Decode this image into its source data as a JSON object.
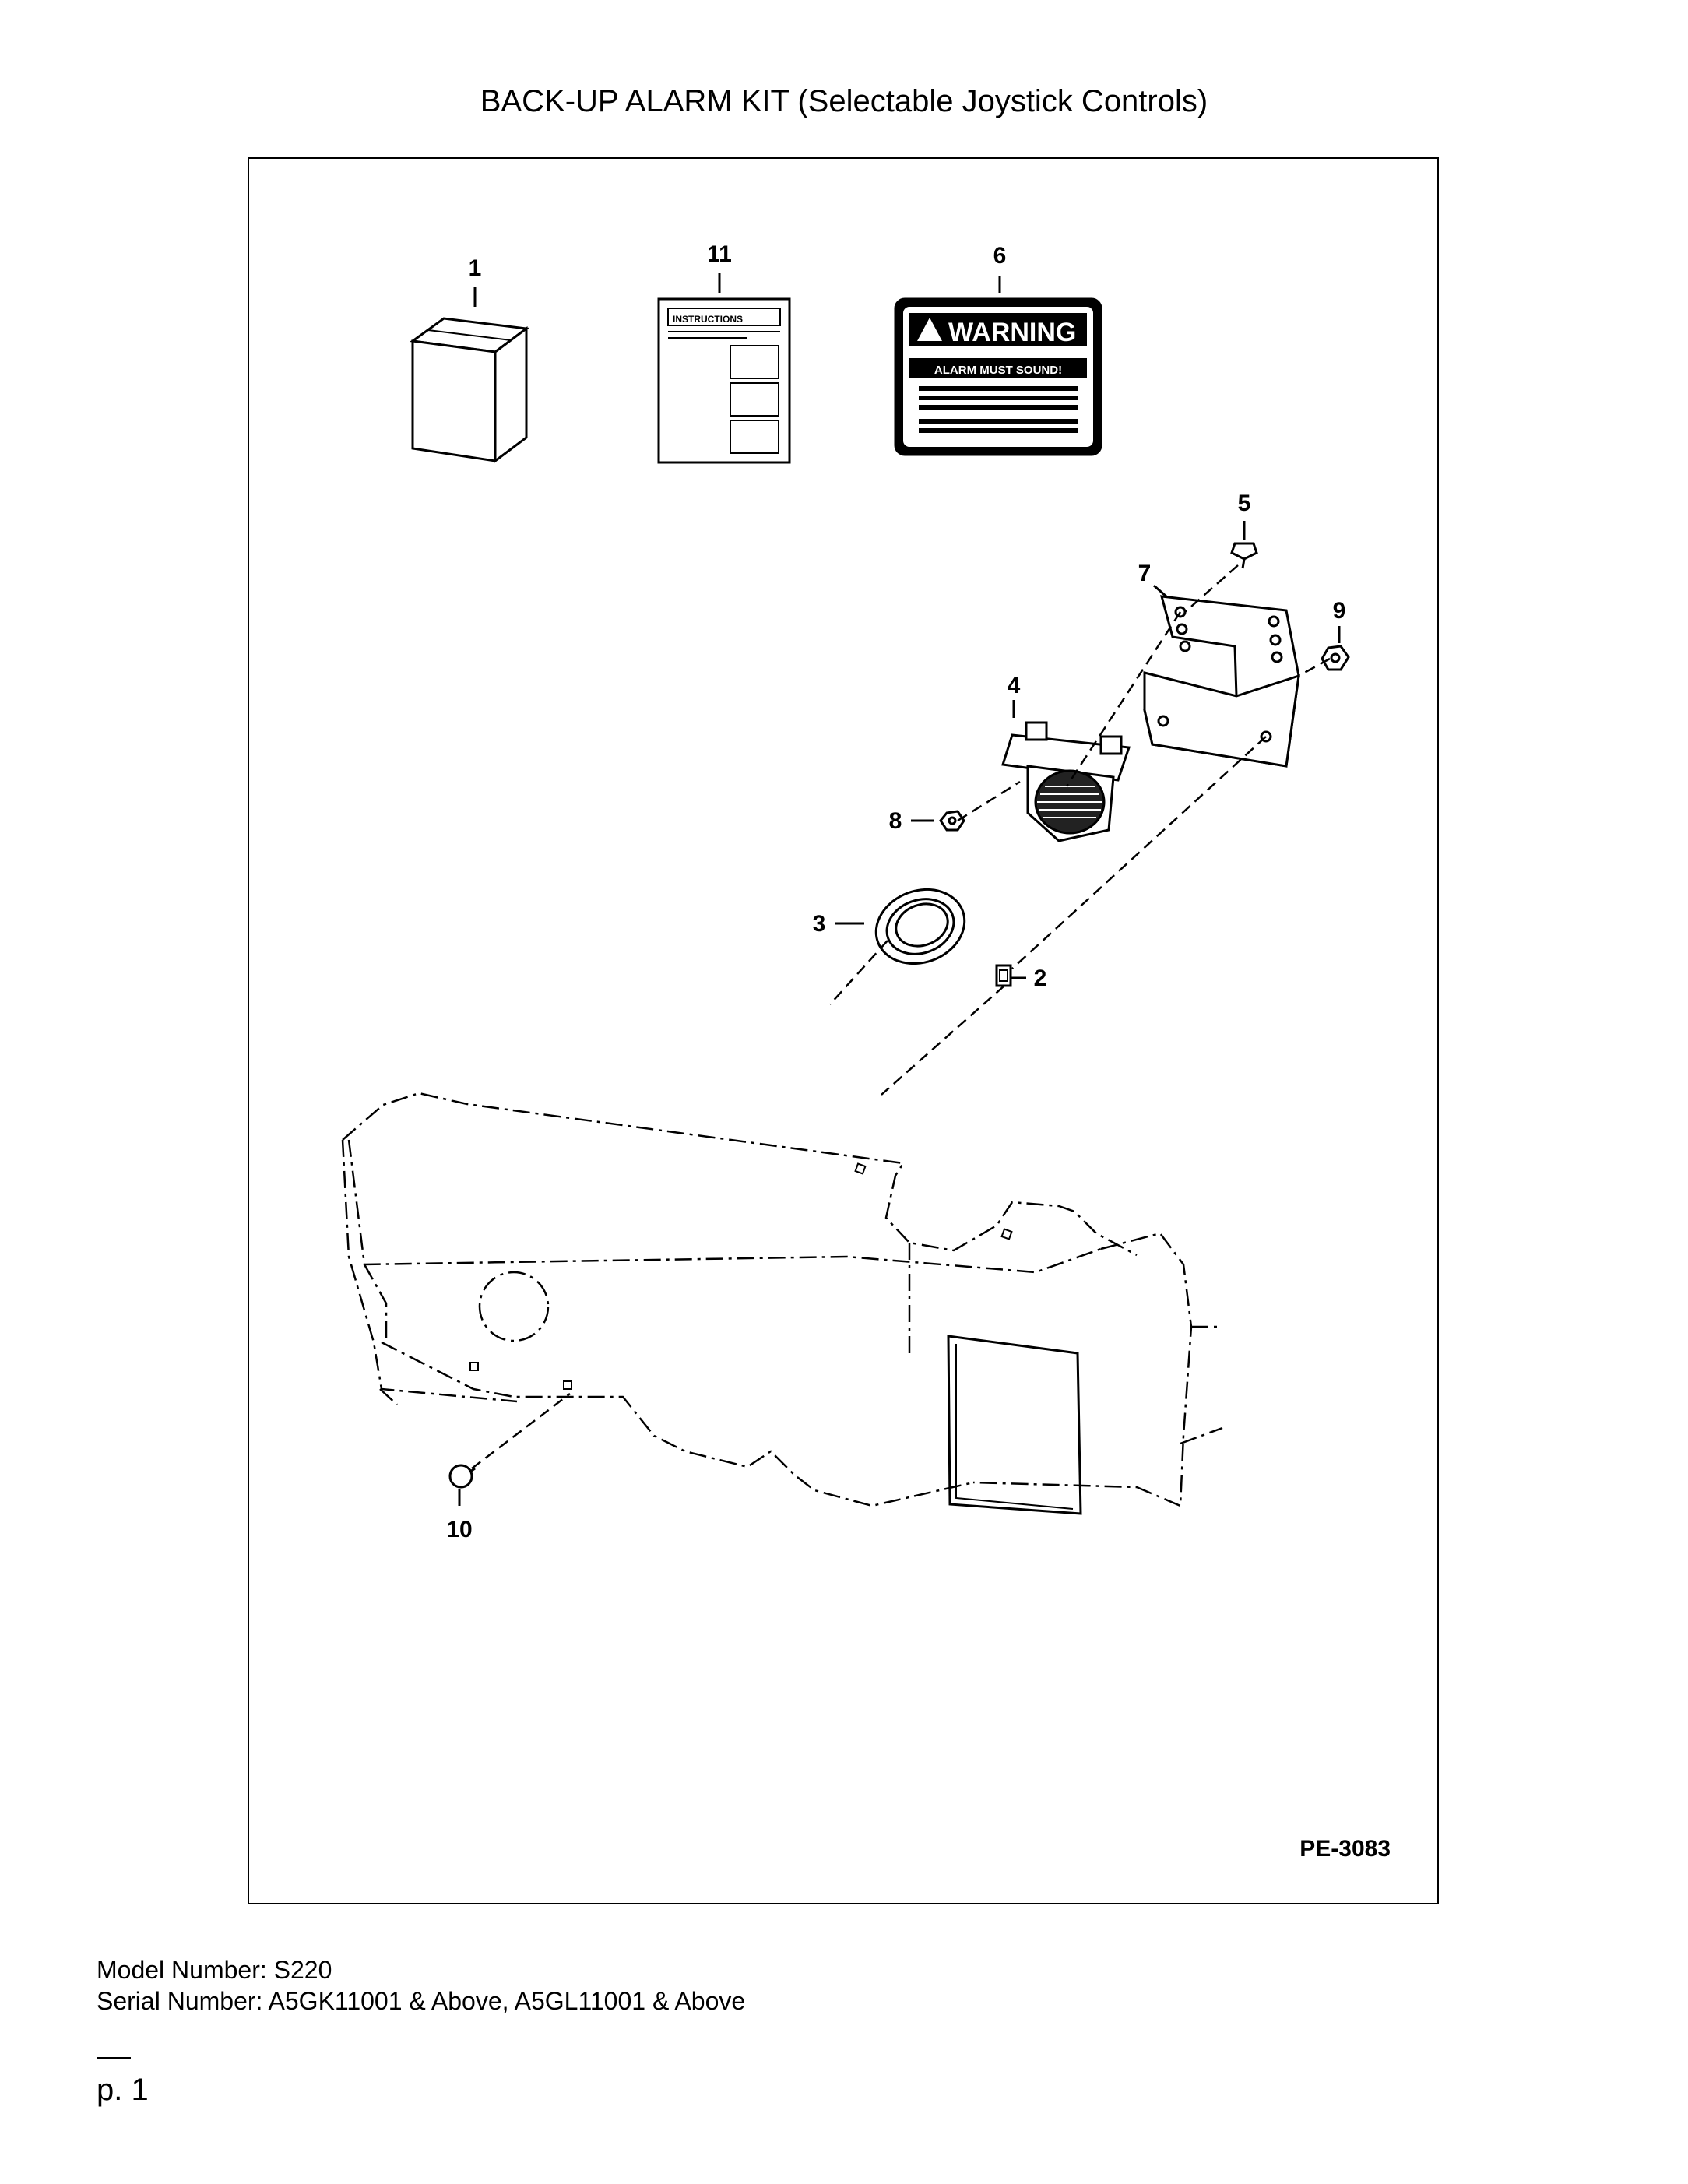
{
  "page": {
    "title": "BACK-UP ALARM KIT (Selectable Joystick Controls)",
    "model_number": "Model Number: S220",
    "serial_number": "Serial Number: A5GK11001 & Above, A5GL11001 & Above",
    "page_number": "p. 1"
  },
  "figure": {
    "figure_id": "PE-3083",
    "callouts": {
      "c1": "1",
      "c2": "2",
      "c3": "3",
      "c4": "4",
      "c5": "5",
      "c6": "6",
      "c7": "7",
      "c8": "8",
      "c9": "9",
      "c10": "10",
      "c11": "11"
    },
    "instructions_label": "INSTRUCTIONS",
    "warning_label": {
      "header": "WARNING",
      "subheader": "ALARM MUST SOUND!"
    }
  }
}
